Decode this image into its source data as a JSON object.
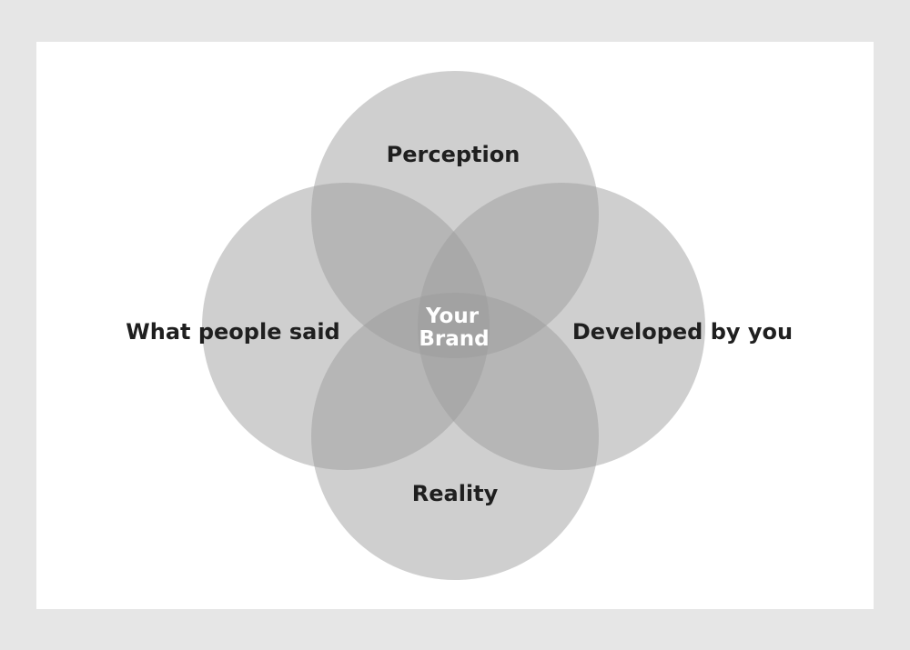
{
  "diagram": {
    "type": "venn",
    "sets": [
      {
        "id": "top",
        "label": "Perception"
      },
      {
        "id": "right",
        "label": "Developed by you"
      },
      {
        "id": "bottom",
        "label": "Reality"
      },
      {
        "id": "left",
        "label": "What people said"
      }
    ],
    "center": {
      "line1": "Your",
      "line2": "Brand"
    },
    "colors": {
      "page_border": "#e6e6e6",
      "panel": "#ffffff",
      "circle_fill": "#9a9a9a",
      "label_text": "#1f1f1f",
      "center_text": "#ffffff"
    }
  }
}
